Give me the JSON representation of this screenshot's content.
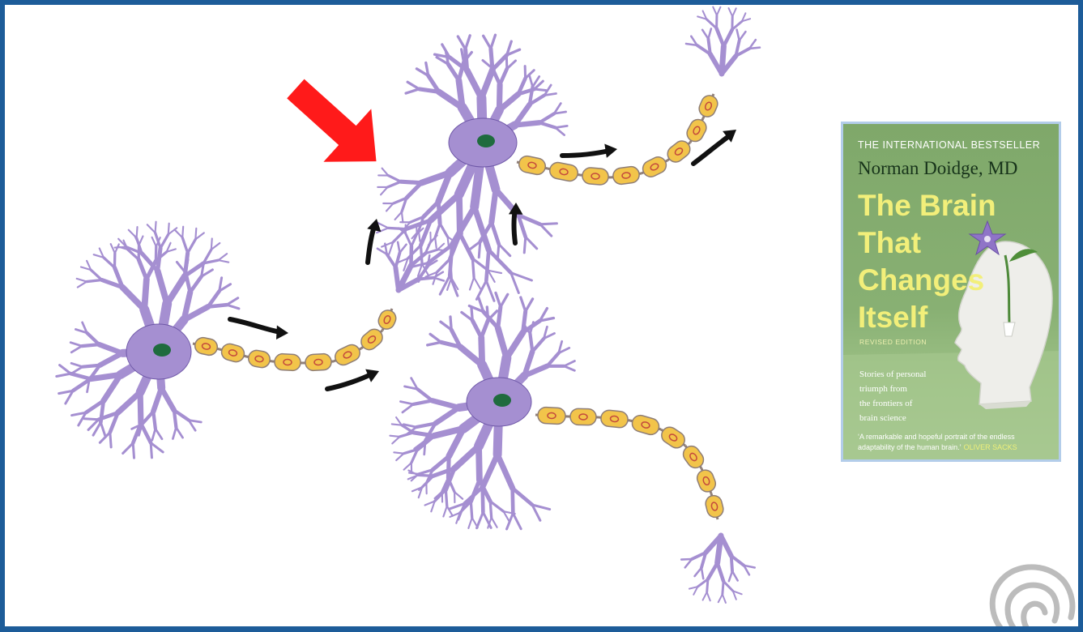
{
  "colors": {
    "border": "#1d5c99",
    "neuron": "#a58fd1",
    "neuron_outline": "#6f58a8",
    "nucleus": "#1f6b3e",
    "myelin": "#f2c44a",
    "myelin_outline": "#8f7e77",
    "highlight_arrow": "#ff1a1a",
    "signal_arrow": "#111111",
    "cover_green": "#88b073",
    "cover_title": "#f2ef7a"
  },
  "icons": {
    "highlight": "red-arrow-icon",
    "signal": "signal-direction-arrow-icon",
    "logo": "spiral-head-logo-icon"
  },
  "book": {
    "tagline": "THE INTERNATIONAL BESTSELLER",
    "author": "Norman Doidge, MD",
    "title_lines": [
      "The Brain",
      "That",
      "Changes",
      "Itself"
    ],
    "edition": "REVISED EDITION",
    "subtitle_lines": [
      "Stories of personal",
      "triumph from",
      "the frontiers of",
      "brain science"
    ],
    "quote": "‘A remarkable and hopeful portrait of the endless adaptability of the human brain.’",
    "quote_source": "OLIVER SACKS"
  }
}
